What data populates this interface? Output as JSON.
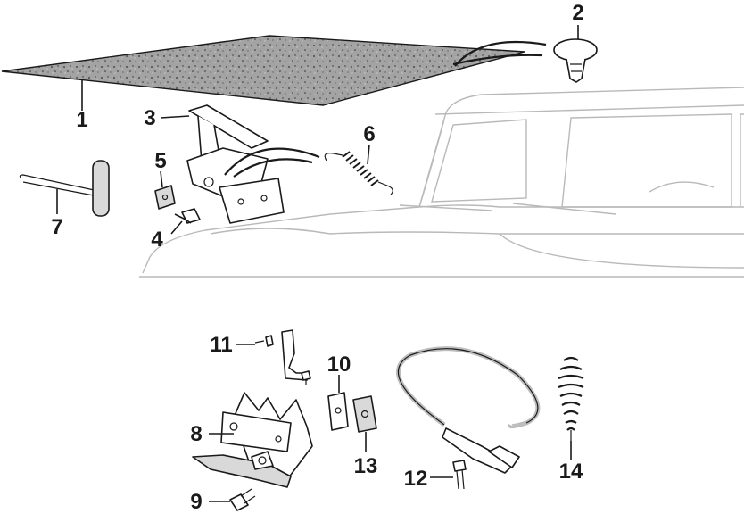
{
  "callouts": {
    "c1": "1",
    "c2": "2",
    "c3": "3",
    "c4": "4",
    "c5": "5",
    "c6": "6",
    "c7": "7",
    "c8": "8",
    "c9": "9",
    "c10": "10",
    "c11": "11",
    "c12": "12",
    "c13": "13",
    "c14": "14"
  },
  "colors": {
    "ink": "#1a1a1a",
    "truck_outline": "#b9b9b9",
    "insulation_fill": "#9a9a9a",
    "part_fill": "#d9d9d9"
  },
  "parts": [
    {
      "callout": "1",
      "icon": "hood-insulation-pad-icon"
    },
    {
      "callout": "2",
      "icon": "push-pin-retainer-icon"
    },
    {
      "callout": "3",
      "icon": "hood-hinge-icon"
    },
    {
      "callout": "4",
      "icon": "hinge-bolt-icon"
    },
    {
      "callout": "5",
      "icon": "hinge-nut-plate-icon"
    },
    {
      "callout": "6",
      "icon": "hinge-spring-icon"
    },
    {
      "callout": "7",
      "icon": "spring-tool-icon"
    },
    {
      "callout": "8",
      "icon": "hood-latch-icon"
    },
    {
      "callout": "9",
      "icon": "latch-bolt-icon"
    },
    {
      "callout": "10",
      "icon": "clip-nut-icon"
    },
    {
      "callout": "11",
      "icon": "latch-bracket-icon"
    },
    {
      "callout": "12",
      "icon": "cable-screw-icon"
    },
    {
      "callout": "13",
      "icon": "cable-clip-icon"
    },
    {
      "callout": "14",
      "icon": "latch-spring-icon"
    }
  ]
}
